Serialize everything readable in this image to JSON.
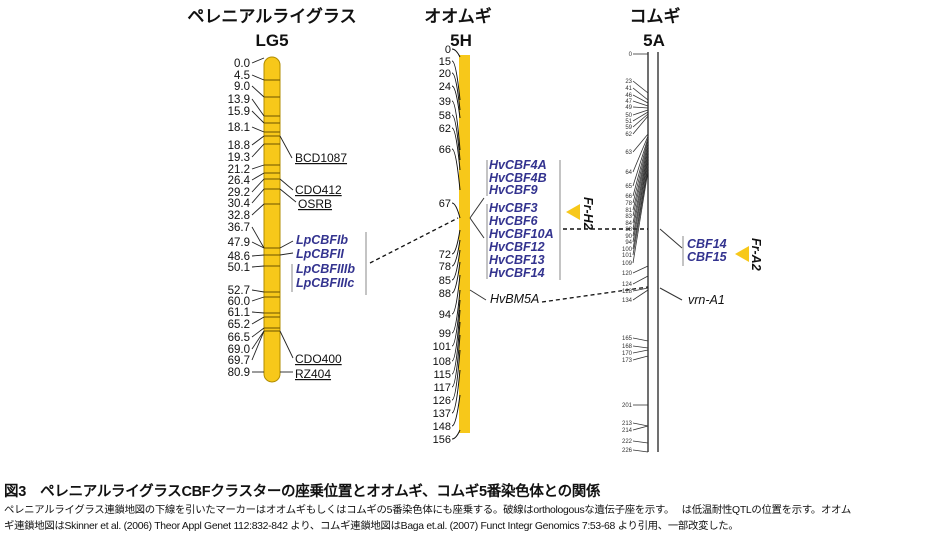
{
  "lg5": {
    "title": "ペレニアルライグラス",
    "subtitle": "LG5",
    "positions": [
      "0.0",
      "4.5",
      "9.0",
      "13.9",
      "15.9",
      "18.1",
      "18.8",
      "19.3",
      "21.2",
      "26.4",
      "29.2",
      "30.4",
      "32.8",
      "36.7",
      "47.9",
      "48.6",
      "50.1",
      "52.7",
      "60.0",
      "61.1",
      "65.2",
      "66.5",
      "69.0",
      "69.7",
      "80.9"
    ],
    "markers": [
      "BCD1087",
      "CDO412",
      "OSRB",
      "CDO400",
      "RZ404"
    ],
    "genes": [
      "LpCBFIb",
      "LpCBFII",
      "LpCBFIIIb",
      "LpCBFIIIc"
    ]
  },
  "h5": {
    "title": "オオムギ",
    "subtitle": "5H",
    "positions": [
      "0",
      "15",
      "20",
      "24",
      "39",
      "58",
      "62",
      "66",
      "67",
      "72",
      "78",
      "85",
      "88",
      "94",
      "99",
      "101",
      "108",
      "115",
      "117",
      "126",
      "137",
      "148",
      "156"
    ],
    "genes": [
      "HvCBF4A",
      "HvCBF4B",
      "HvCBF9",
      "HvCBF3",
      "HvCBF6",
      "HvCBF10A",
      "HvCBF12",
      "HvCBF13",
      "HvCBF14"
    ],
    "marker": "HvBM5A",
    "qtl": "Fr-H2"
  },
  "a5": {
    "title": "コムギ",
    "subtitle": "5A",
    "positions": [
      "0",
      "23",
      "41",
      "46",
      "47",
      "49",
      "50",
      "51",
      "59",
      "62",
      "63",
      "64",
      "65",
      "66",
      "78",
      "81",
      "83",
      "84",
      "88",
      "90",
      "94",
      "100",
      "101",
      "109",
      "120",
      "124",
      "128",
      "134",
      "165",
      "168",
      "170",
      "173",
      "201",
      "213",
      "214",
      "222",
      "226"
    ],
    "genes": [
      "CBF14",
      "CBF15"
    ],
    "marker": "vrn-A1",
    "qtl": "Fr-A2"
  },
  "colors": {
    "chromosome": "#f7c81a",
    "gene": "#33338f",
    "qtl": "#f7c81a"
  },
  "caption": {
    "title": "図3　ペレニアルライグラスCBFクラスターの座乗位置とオオムギ、コムギ5番染色体との関係",
    "line1": "ペレニアルライグラス連鎖地図の下線を引いたマーカーはオオムギもしくはコムギの5番染色体にも座乗する。破線はorthologousな遺伝子座を示す。　 は低温耐性QTLの位置を示す。オオム",
    "line2": "ギ連鎖地図はSkinner et al. (2006) Theor Appl Genet 112:832-842 より、コムギ連鎖地図はBaga et.al. (2007) Funct Integr Genomics 7:53-68 より引用、一部改変した。"
  }
}
